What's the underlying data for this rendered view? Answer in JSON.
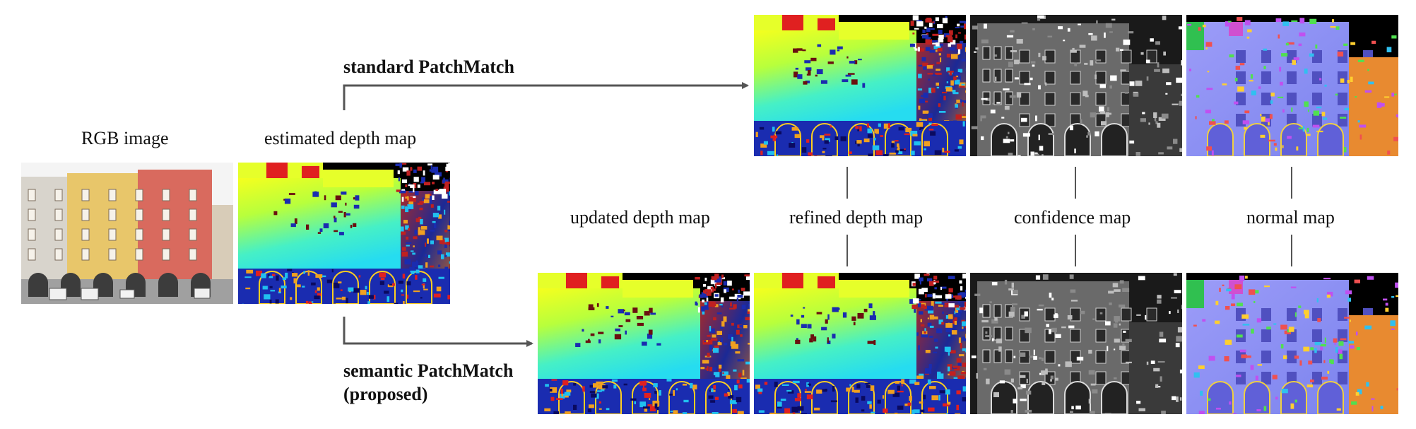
{
  "labels": {
    "rgb_image": "RGB image",
    "estimated_depth_map": "estimated depth map",
    "standard_patchmatch": "standard PatchMatch",
    "semantic_patchmatch_line1": "semantic PatchMatch",
    "semantic_patchmatch_line2": "(proposed)",
    "updated_depth_map": "updated depth map",
    "refined_depth_map": "refined depth map",
    "confidence_map": "confidence map",
    "normal_map": "normal map"
  },
  "colors": {
    "arrow": "#555555",
    "depth_cyan": "#2ee6ee",
    "depth_yellow": "#e6ff2a",
    "depth_blue": "#1a2cb0",
    "normal_lavender": "#8c8cf4"
  },
  "images": [
    {
      "id": "rgb-image",
      "kind": "photo"
    },
    {
      "id": "estimated-depth",
      "kind": "depth"
    },
    {
      "id": "standard-depth",
      "kind": "depth"
    },
    {
      "id": "standard-confidence",
      "kind": "confidence"
    },
    {
      "id": "standard-normal",
      "kind": "normal"
    },
    {
      "id": "updated-depth",
      "kind": "depth"
    },
    {
      "id": "refined-depth",
      "kind": "depth"
    },
    {
      "id": "semantic-confidence",
      "kind": "confidence"
    },
    {
      "id": "semantic-normal",
      "kind": "normal"
    }
  ]
}
